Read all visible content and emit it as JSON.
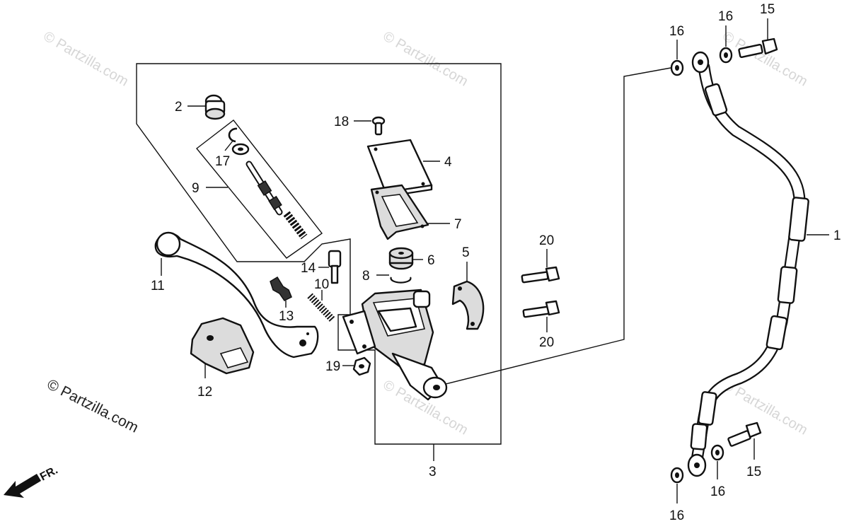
{
  "watermark": {
    "text": "© Partzilla.com",
    "primary_text": "© Partzilla.com"
  },
  "direction": {
    "label": "FR."
  },
  "callouts": {
    "c1": "1",
    "c2": "2",
    "c3": "3",
    "c4": "4",
    "c5": "5",
    "c6": "6",
    "c7": "7",
    "c8": "8",
    "c9": "9",
    "c10": "10",
    "c11": "11",
    "c12": "12",
    "c13": "13",
    "c14": "14",
    "c15a": "15",
    "c15b": "15",
    "c16a": "16",
    "c16b": "16",
    "c16c": "16",
    "c16d": "16",
    "c17": "17",
    "c18": "18",
    "c19": "19",
    "c20a": "20",
    "c20b": "20"
  }
}
